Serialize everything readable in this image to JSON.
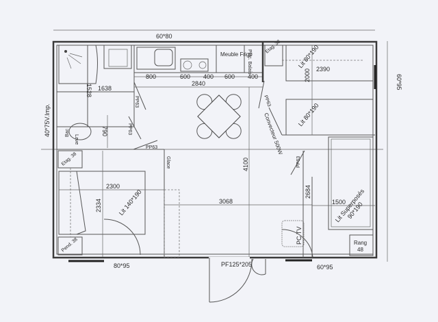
{
  "plan": {
    "openings": {
      "top_window": "60*80",
      "left_window": "40*75V.Imp.",
      "right_window": "60*95",
      "bottom_left_window": "80*95",
      "bottom_right_window": "60*95",
      "entry_door": "PF125*205"
    },
    "kitchen": {
      "fridge": "Meuble Frigo",
      "broom": "Plac. Balais",
      "segments": [
        "800",
        "600",
        "400",
        "600",
        "400"
      ],
      "total": "2840"
    },
    "bathroom": {
      "shower_dim": "1528",
      "width": "1638",
      "wc_dim": "790",
      "basin": "Bac",
      "lave": "Lave"
    },
    "doors": {
      "pp1": "PP63",
      "pp2": "PP63",
      "pp3": "PP63",
      "pp4": "PP63",
      "pp5": "PP63"
    },
    "kids_room": {
      "shelf": "Etag. 38",
      "bed1": "Lit 80*190",
      "bed2": "Lit 80*190",
      "length": "2390",
      "height": "2000",
      "heater": "Convecteur 500W"
    },
    "master": {
      "shelf": "Etag. 38",
      "hang": "Pend. 38",
      "bed": "Lit 140*190",
      "width": "2300",
      "height": "2334",
      "mirror": "Glace"
    },
    "living": {
      "depth": "4100",
      "width": "3068",
      "tv": "PC TV"
    },
    "bunk": {
      "bed_line1": "Lit Superposés",
      "bed_line2": "90*190",
      "dim1": "2684",
      "dim2": "1500",
      "storage": "Rang",
      "storage_depth": "48"
    }
  }
}
